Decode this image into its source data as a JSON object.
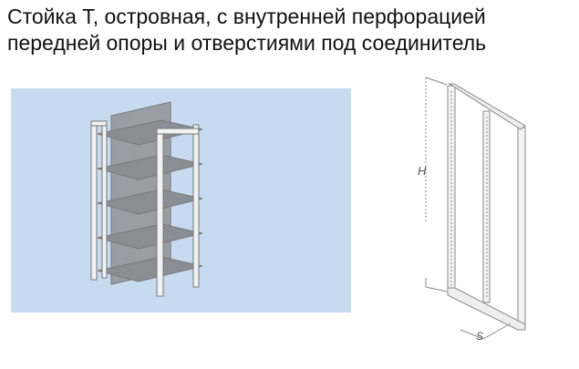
{
  "title": {
    "line1": "Стойка Т, островная, с внутренней перфорацией",
    "line2": "передней опоры и отверстиями под соединитель"
  },
  "drawing": {
    "height_label": "H",
    "width_label": "S"
  },
  "colors": {
    "photo_bg": "#c6dbf0"
  }
}
